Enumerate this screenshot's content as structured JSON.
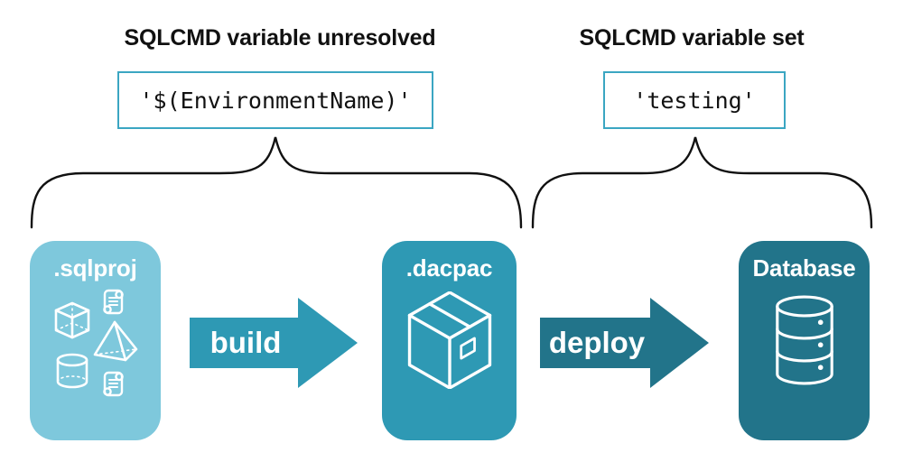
{
  "annotations": {
    "left": {
      "title": "SQLCMD variable unresolved",
      "code": "'$(EnvironmentName)'"
    },
    "right": {
      "title": "SQLCMD variable set",
      "code": "'testing'"
    }
  },
  "pipeline": {
    "stages": [
      {
        "label": ".sqlproj",
        "icon": "sql-objects-icon",
        "color": "#7EC8DC"
      },
      {
        "label": ".dacpac",
        "icon": "package-icon",
        "color": "#2E99B4"
      },
      {
        "label": "Database",
        "icon": "database-icon",
        "color": "#22748A"
      }
    ],
    "arrows": [
      {
        "label": "build",
        "color": "#2E99B4"
      },
      {
        "label": "deploy",
        "color": "#22748A"
      }
    ]
  },
  "colors": {
    "background": "#FFFFFF",
    "heading_text": "#111111",
    "code_box_border": "#3BA6C2",
    "brace_stroke": "#111111",
    "icon_stroke": "#FFFFFF"
  }
}
